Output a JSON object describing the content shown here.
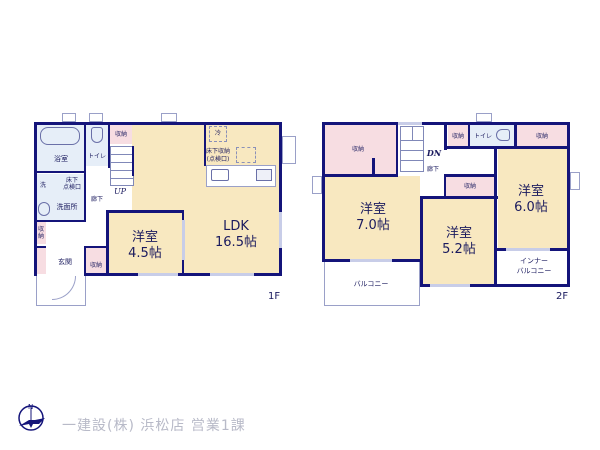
{
  "floor1": {
    "label": "1F",
    "rooms": {
      "bath": "浴室",
      "toilet": "トイレ",
      "storage_top": "収納",
      "washroom_sink": "洗",
      "underfloor_small": "床下\n点検口",
      "washroom": "洗面所",
      "hallway": "廊下",
      "stairs_up": "UP",
      "closet_left": "収納",
      "entrance": "玄関",
      "closet_entrance": "収納",
      "western_room": {
        "name": "洋室",
        "size": "4.5帖"
      },
      "ldk": {
        "name": "LDK",
        "size": "16.5帖"
      },
      "fridge": "冷",
      "underfloor_storage": "床下収納",
      "inspection": "(点検口)"
    }
  },
  "floor2": {
    "label": "2F",
    "rooms": {
      "storage_big": "収納",
      "stairs_down": "DN",
      "hallway": "廊下",
      "storage_1": "収納",
      "toilet": "トイレ",
      "storage_2": "収納",
      "storage_mid": "収納",
      "room_a": {
        "name": "洋室",
        "size": "7.0帖"
      },
      "room_b": {
        "name": "洋室",
        "size": "5.2帖"
      },
      "room_c": {
        "name": "洋室",
        "size": "6.0帖"
      },
      "balcony": "バルコニー",
      "inner_balcony_1": "インナー",
      "inner_balcony_2": "バルコニー"
    }
  },
  "footer": {
    "company": "一建設(株) 浜松店 営業1課",
    "compass": "N"
  },
  "colors": {
    "wall": "#14147a",
    "floor": "#f8e8c0",
    "wet_area": "#e6eef8",
    "closet": "#f7dde2",
    "footer_text": "#b8bac8"
  }
}
